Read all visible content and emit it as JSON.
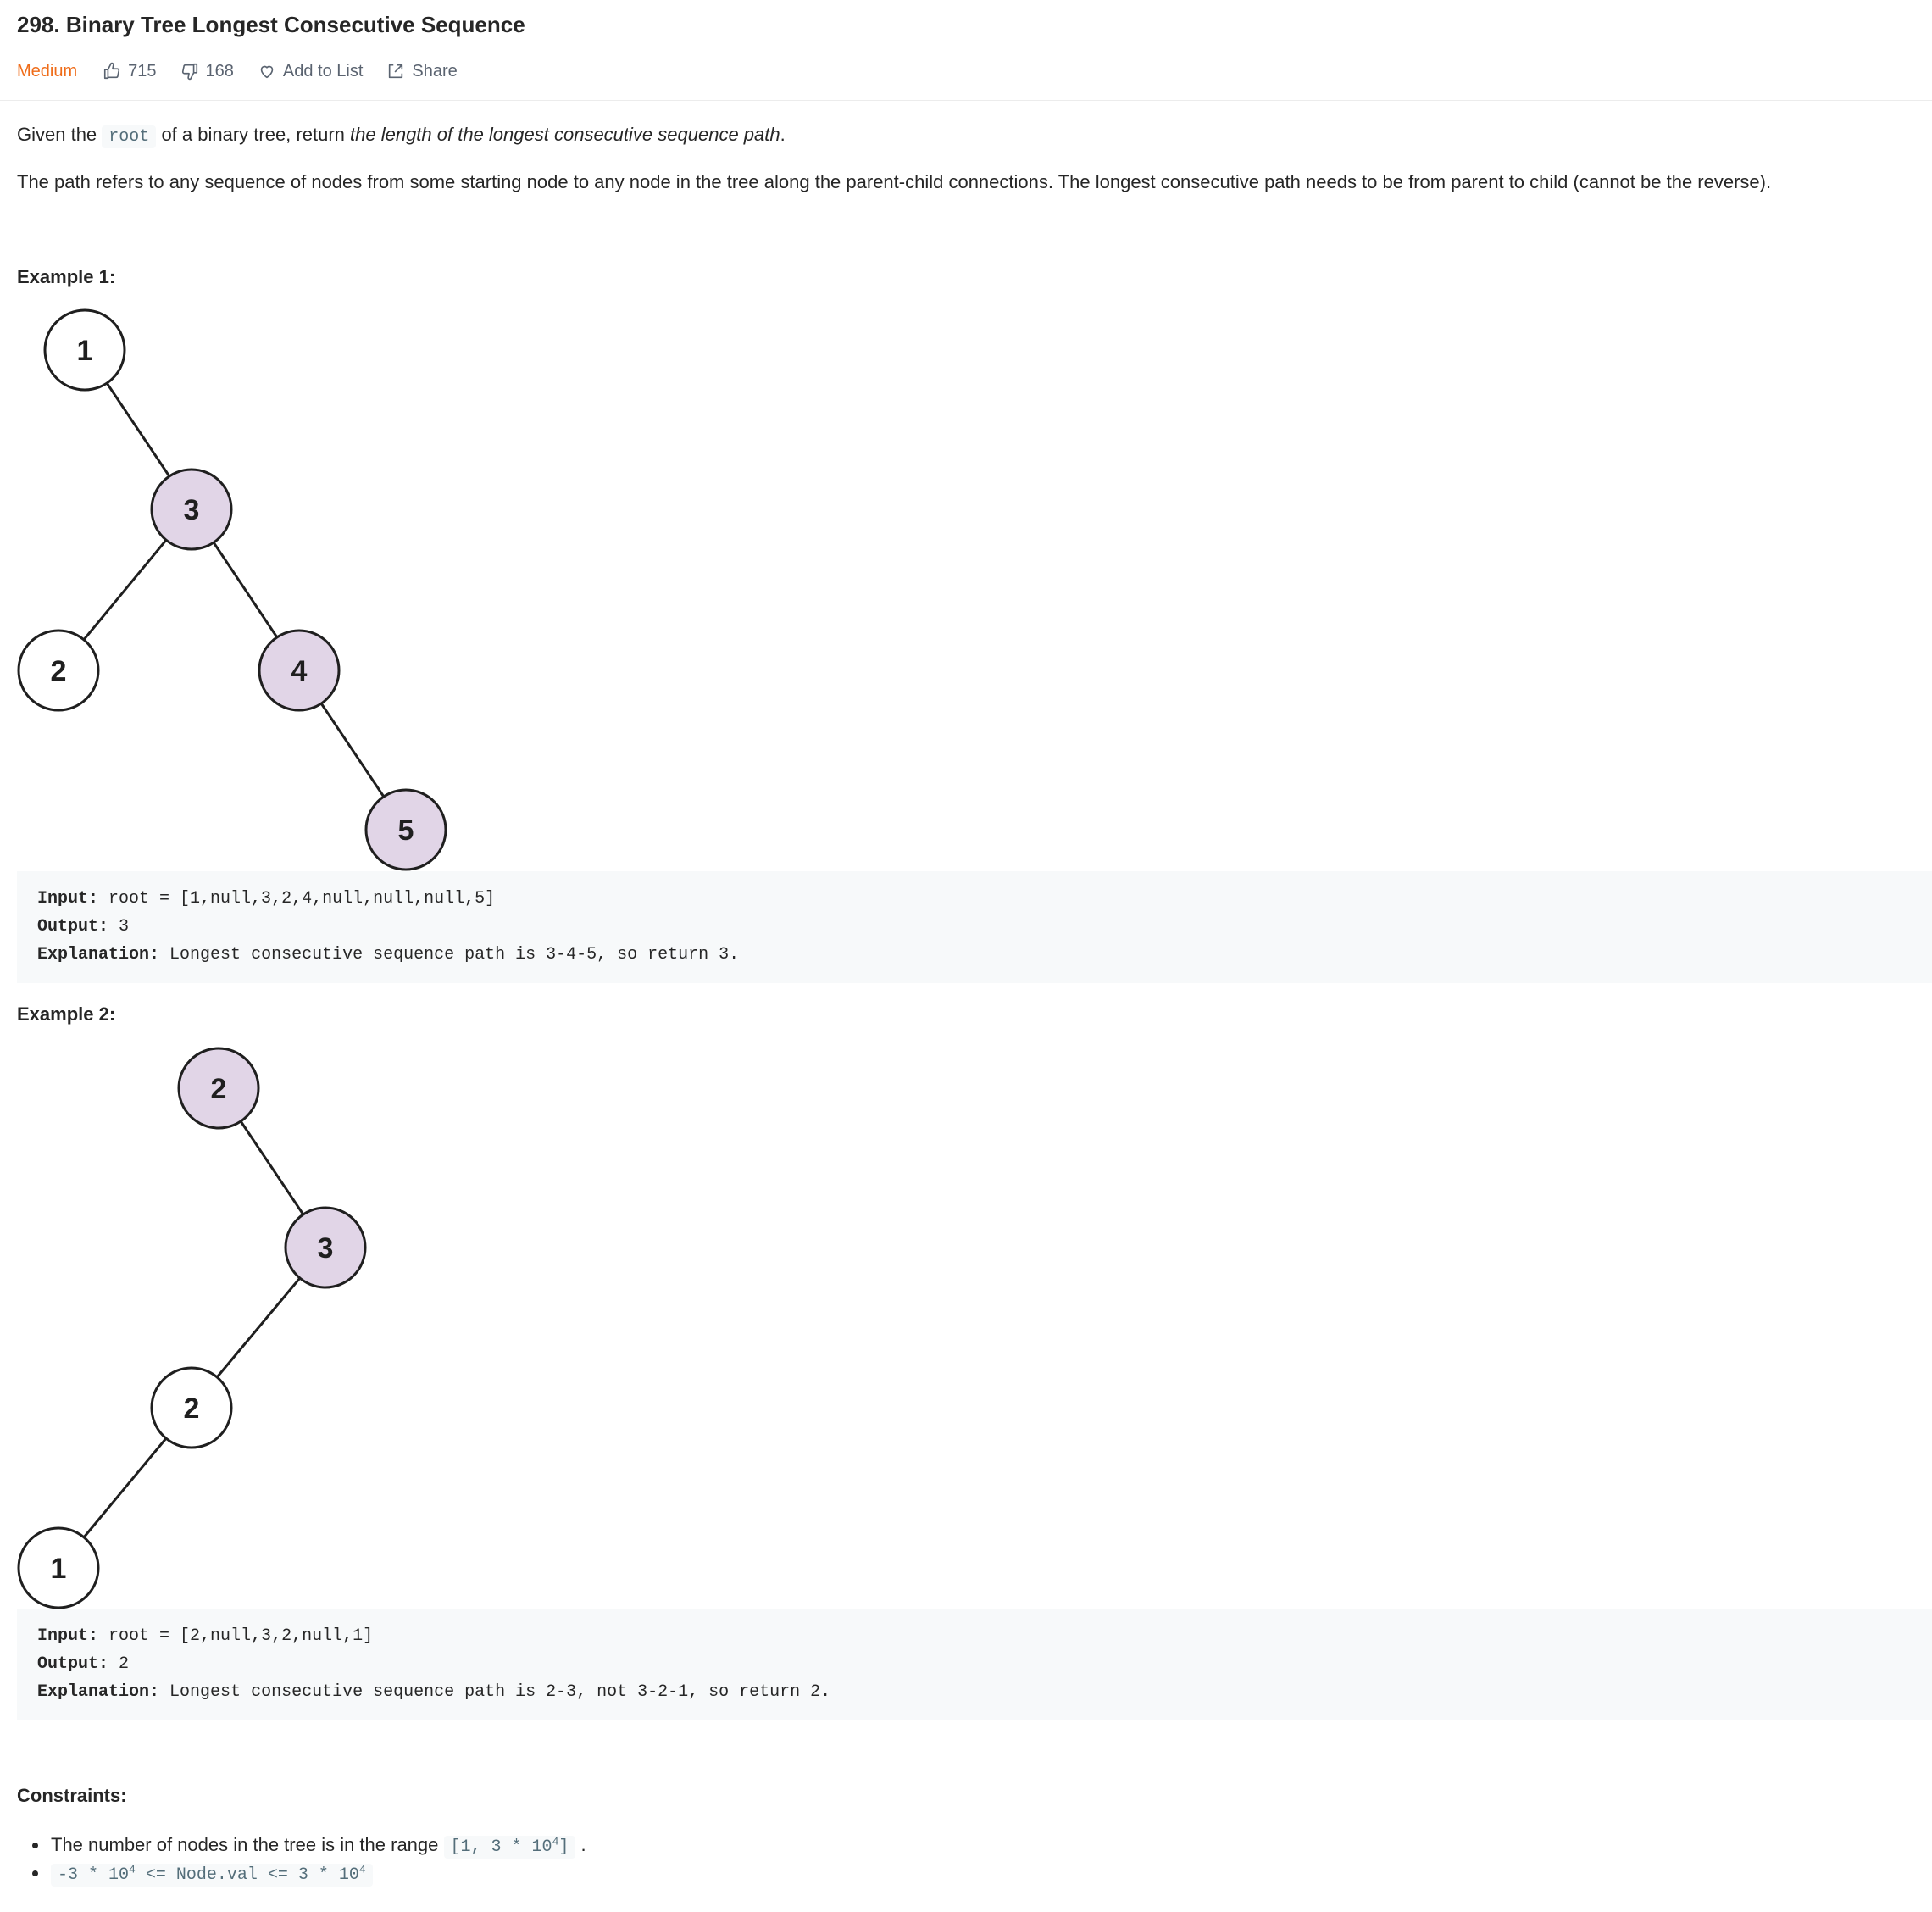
{
  "problem": {
    "title": "298. Binary Tree Longest Consecutive Sequence",
    "difficulty": "Medium",
    "likes": "715",
    "dislikes": "168",
    "add_to_list": "Add to List",
    "share": "Share",
    "colors": {
      "difficulty": "#ef6c19",
      "highlight_node": "#e1d5e7",
      "plain_node": "#ffffff"
    }
  },
  "description": {
    "p1_before": "Given the",
    "p1_code": "root",
    "p1_middle": "of a binary tree, return",
    "p1_emphasis": "the length of the longest consecutive sequence path",
    "p1_after": ".",
    "p2": "The path refers to any sequence of nodes from some starting node to any node in the tree along the parent-child connections. The longest consecutive path needs to be from parent to child (cannot be the reverse)."
  },
  "examples": [
    {
      "title": "Example 1:",
      "tree_nodes": [
        {
          "value": "1",
          "highlighted": false
        },
        {
          "value": "3",
          "highlighted": true
        },
        {
          "value": "2",
          "highlighted": false
        },
        {
          "value": "4",
          "highlighted": true
        },
        {
          "value": "5",
          "highlighted": true
        }
      ],
      "input_label": "Input:",
      "input_value": "root = [1,null,3,2,4,null,null,null,5]",
      "output_label": "Output:",
      "output_value": "3",
      "explanation_label": "Explanation:",
      "explanation_value": "Longest consecutive sequence path is 3-4-5, so return 3."
    },
    {
      "title": "Example 2:",
      "tree_nodes": [
        {
          "value": "2",
          "highlighted": true
        },
        {
          "value": "3",
          "highlighted": true
        },
        {
          "value": "2",
          "highlighted": false
        },
        {
          "value": "1",
          "highlighted": false
        }
      ],
      "input_label": "Input:",
      "input_value": "root = [2,null,3,2,null,1]",
      "output_label": "Output:",
      "output_value": "2",
      "explanation_label": "Explanation:",
      "explanation_value": "Longest consecutive sequence path is 2-3, not 3-2-1, so return 2."
    }
  ],
  "constraints": {
    "title": "Constraints:",
    "c1_text": "The number of nodes in the tree is in the range",
    "c1_code_a": "[1, 3 * 10",
    "c1_code_sup": "4",
    "c1_code_b": "]",
    "c1_after": ".",
    "c2_code_a": "-3 * 10",
    "c2_code_sup_a": "4",
    "c2_code_b": " <= Node.val <= 3 * 10",
    "c2_code_sup_b": "4"
  }
}
